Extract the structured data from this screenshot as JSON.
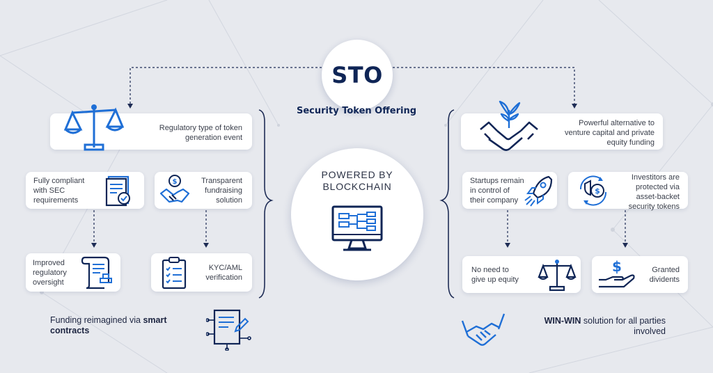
{
  "header": {
    "title": "STO",
    "subtitle": "Security Token Offering"
  },
  "center": {
    "line1": "POWERED BY",
    "line2": "BLOCKCHAIN"
  },
  "left": {
    "top_card": {
      "line1": "Regulatory type of token",
      "line2": "generation event"
    },
    "card_sec": {
      "line1": "Fully compliant",
      "line2": "with SEC",
      "line3": "requirements"
    },
    "card_transparent": {
      "line1": "Transparent",
      "line2": "fundraising",
      "line3": "solution"
    },
    "card_improved": {
      "line1": "Improved",
      "line2": "regulatory",
      "line3": "oversight"
    },
    "card_kyc": {
      "line1": "KYC/AML",
      "line2": "verification"
    },
    "bottom": {
      "prefix": "Funding reimagined via",
      "bold1": "smart",
      "bold2": "contracts"
    }
  },
  "right": {
    "top_card": {
      "line1": "Powerful alternative to",
      "line2": "venture capital and private",
      "line3": "equity funding"
    },
    "card_startups": {
      "line1": "Startups remain",
      "line2": "in control of",
      "line3": "their company"
    },
    "card_investors": {
      "line1": "Investitors are",
      "line2": "protected via",
      "line3": "asset-backet",
      "line4": "security tokens"
    },
    "card_equity": {
      "line1": "No need to",
      "line2": "give up equity"
    },
    "card_dividends": {
      "line1": "Granted",
      "line2": "dividents"
    },
    "bottom": {
      "bold": "WIN-WIN",
      "rest1": "solution for all parties",
      "rest2": "involved"
    }
  },
  "colors": {
    "navy": "#0f2556",
    "accent_blue": "#1f6fd6",
    "card_bg": "#ffffff",
    "background": "#e7e9ee"
  },
  "icons": [
    "scales-icon",
    "document-badge-icon",
    "handshake-dollar-icon",
    "scroll-stamp-icon",
    "checklist-icon",
    "smart-contract-icon",
    "computer-network-icon",
    "handshake-sprout-icon",
    "rocket-icon",
    "shield-coin-icon",
    "scales-icon",
    "hand-dollar-icon",
    "handshake-icon"
  ]
}
